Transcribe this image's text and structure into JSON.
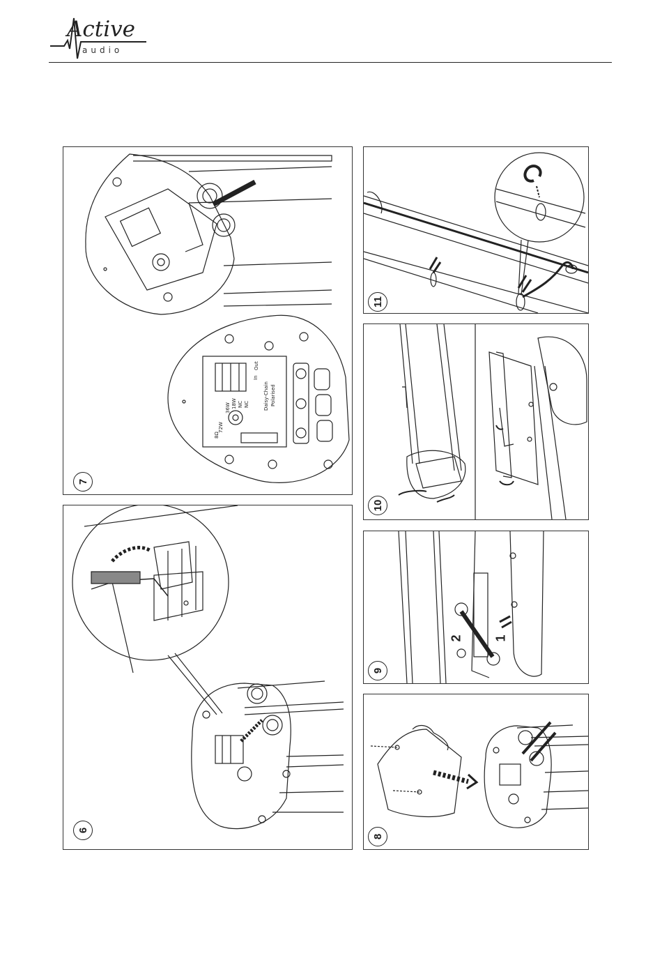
{
  "header": {
    "logo_main": "Active",
    "logo_sub": "audio"
  },
  "panels": {
    "p7": {
      "step": "7",
      "labels": {
        "in": "In",
        "out": "Out",
        "daisy": "Daisy-Chain",
        "polarised": "Polarised",
        "w72": "72W",
        "w36": "36W",
        "w18": "18W",
        "nc1": "NC",
        "nc2": "NC",
        "ohm": "8Ω"
      }
    },
    "p11": {
      "step": "11"
    },
    "p10": {
      "step": "10"
    },
    "p9": {
      "step": "9",
      "labels": {
        "one": "1",
        "two": "2"
      }
    },
    "p6": {
      "step": "6"
    },
    "p8": {
      "step": "8"
    }
  }
}
